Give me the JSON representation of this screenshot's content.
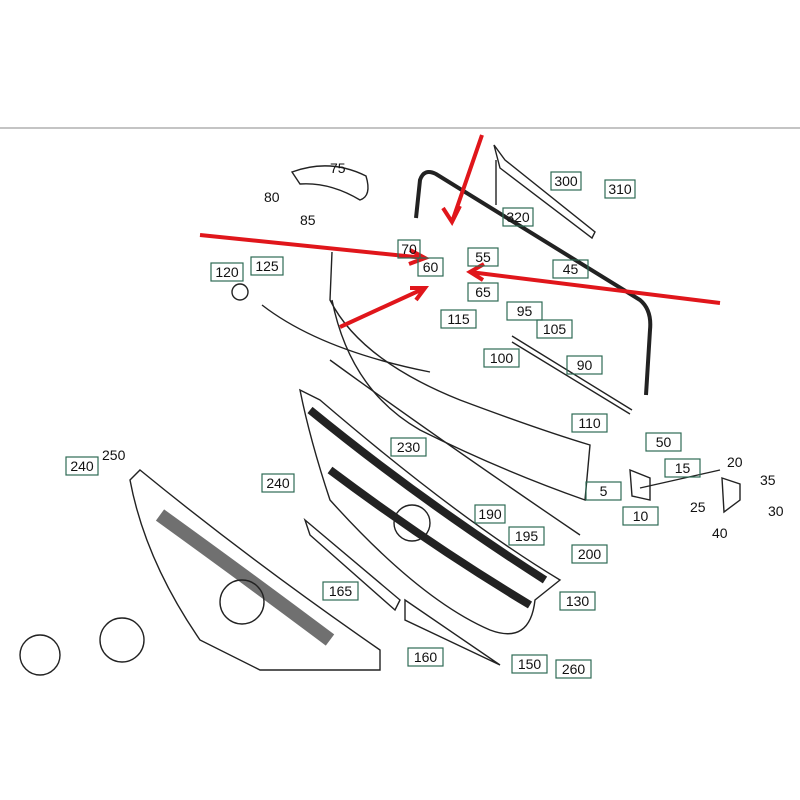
{
  "diagram": {
    "boxed_labels": [
      {
        "id": "300",
        "text": "300"
      },
      {
        "id": "310",
        "text": "310"
      },
      {
        "id": "320",
        "text": "320"
      },
      {
        "id": "70",
        "text": "70"
      },
      {
        "id": "60",
        "text": "60"
      },
      {
        "id": "55",
        "text": "55"
      },
      {
        "id": "45",
        "text": "45"
      },
      {
        "id": "65",
        "text": "65"
      },
      {
        "id": "120",
        "text": "120"
      },
      {
        "id": "125",
        "text": "125"
      },
      {
        "id": "115",
        "text": "115"
      },
      {
        "id": "95",
        "text": "95"
      },
      {
        "id": "105",
        "text": "105"
      },
      {
        "id": "100",
        "text": "100"
      },
      {
        "id": "90",
        "text": "90"
      },
      {
        "id": "110",
        "text": "110"
      },
      {
        "id": "230",
        "text": "230"
      },
      {
        "id": "50",
        "text": "50"
      },
      {
        "id": "15",
        "text": "15"
      },
      {
        "id": "5",
        "text": "5"
      },
      {
        "id": "10",
        "text": "10"
      },
      {
        "id": "190",
        "text": "190"
      },
      {
        "id": "195",
        "text": "195"
      },
      {
        "id": "200",
        "text": "200"
      },
      {
        "id": "165",
        "text": "165"
      },
      {
        "id": "130",
        "text": "130"
      },
      {
        "id": "160",
        "text": "160"
      },
      {
        "id": "150",
        "text": "150"
      },
      {
        "id": "260",
        "text": "260"
      },
      {
        "id": "240a",
        "text": "240"
      },
      {
        "id": "240b",
        "text": "240"
      }
    ],
    "plain_labels": [
      {
        "id": "75",
        "text": "75"
      },
      {
        "id": "80",
        "text": "80"
      },
      {
        "id": "85",
        "text": "85"
      },
      {
        "id": "250",
        "text": "250"
      },
      {
        "id": "20",
        "text": "20"
      },
      {
        "id": "35",
        "text": "35"
      },
      {
        "id": "25",
        "text": "25"
      },
      {
        "id": "30",
        "text": "30"
      },
      {
        "id": "40",
        "text": "40"
      }
    ],
    "colors": {
      "arrow": "#e0161b",
      "box": "#2e6b55"
    }
  }
}
